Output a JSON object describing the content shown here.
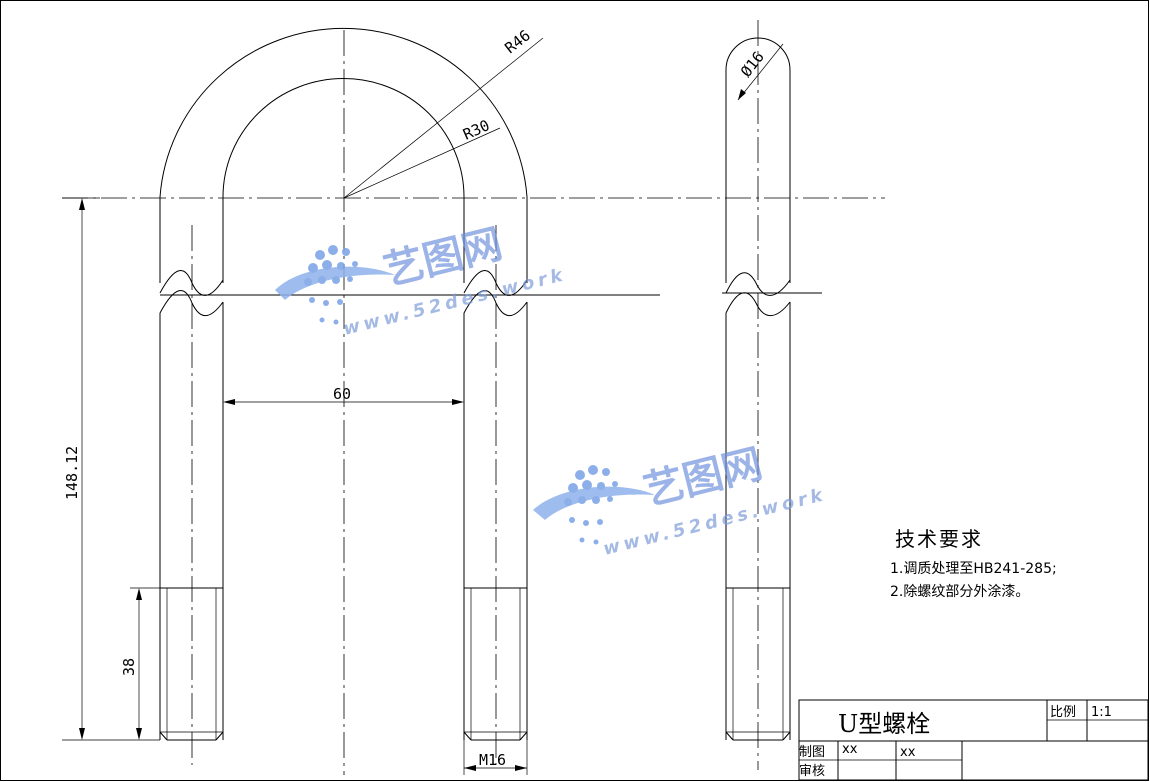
{
  "dimensions": {
    "r46": "R46",
    "r30": "R30",
    "dia16": "Ø16",
    "w60": "60",
    "h148": "148.12",
    "h38": "38",
    "m16": "M16"
  },
  "notes": {
    "title": "技术要求",
    "line1": "1.调质处理至HB241-285;",
    "line2": "2.除螺纹部分外涂漆。"
  },
  "title_block": {
    "part_name": "U型螺栓",
    "scale_label": "比例",
    "scale_value": "1:1",
    "drawn_label": "制图",
    "check_label": "审核",
    "drawn_by": "xx",
    "drawn_date": "xx"
  },
  "watermark": {
    "brand": "艺图网",
    "url": "www.52des.work"
  }
}
